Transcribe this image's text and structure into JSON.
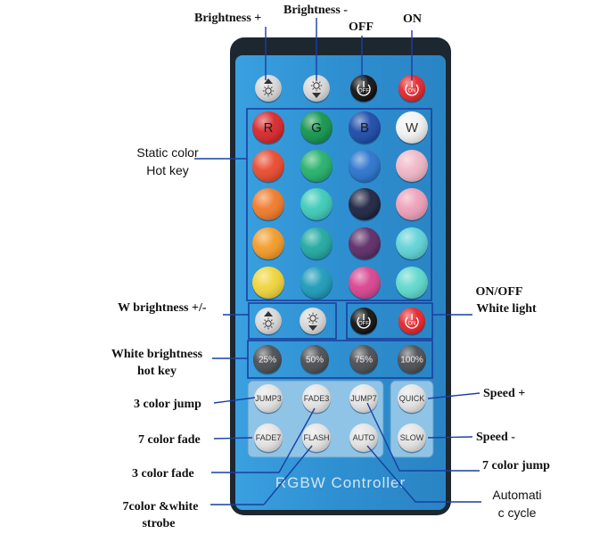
{
  "remote": {
    "title": "RGBW Controller",
    "body_color": "#2e8fd0",
    "top_buttons": [
      {
        "name": "brightness-up-button",
        "icon": "sun-up-icon",
        "color": "#d8d8d8"
      },
      {
        "name": "brightness-down-button",
        "icon": "sun-down-icon",
        "color": "#d8d8d8"
      },
      {
        "name": "off-button",
        "icon": "power-icon",
        "label": "OFF",
        "color": "#111111"
      },
      {
        "name": "on-button",
        "icon": "power-icon",
        "label": "ON",
        "color": "#e3262b"
      }
    ],
    "color_grid": [
      [
        {
          "letter": "R",
          "color": "#d6262b"
        },
        {
          "letter": "G",
          "color": "#13944d"
        },
        {
          "letter": "B",
          "color": "#1c4aa8"
        },
        {
          "letter": "W",
          "color": "#f2f2f2"
        }
      ],
      [
        {
          "color": "#e84a2e"
        },
        {
          "color": "#25b06a"
        },
        {
          "color": "#2a73cc"
        },
        {
          "color": "#f0b6c6"
        }
      ],
      [
        {
          "color": "#ef7a2a"
        },
        {
          "color": "#3ccab8"
        },
        {
          "color": "#1d2240"
        },
        {
          "color": "#ee9fb8"
        }
      ],
      [
        {
          "color": "#f39a28"
        },
        {
          "color": "#20a8a0"
        },
        {
          "color": "#5b2b66"
        },
        {
          "color": "#5fd2d6"
        }
      ],
      [
        {
          "color": "#f0d43a"
        },
        {
          "color": "#1d9ab8"
        },
        {
          "color": "#d8438f"
        },
        {
          "color": "#5fd8cc"
        }
      ]
    ],
    "white_buttons": [
      {
        "name": "w-brightness-up-button",
        "icon": "sun-up-icon",
        "color": "#d8d8d8"
      },
      {
        "name": "w-brightness-down-button",
        "icon": "sun-down-icon",
        "color": "#d8d8d8"
      },
      {
        "name": "white-off-button",
        "icon": "power-icon",
        "label": "OFF",
        "color": "#111111"
      },
      {
        "name": "white-on-button",
        "icon": "power-icon",
        "label": "ON",
        "color": "#e3262b"
      }
    ],
    "percent_buttons": [
      "25%",
      "50%",
      "75%",
      "100%"
    ],
    "mode_buttons_left": [
      [
        "JUMP3",
        "FADE3",
        "JUMP7"
      ],
      [
        "FADE7",
        "FLASH",
        "AUTO"
      ]
    ],
    "mode_buttons_right": [
      "QUICK",
      "SLOW"
    ]
  },
  "callouts": {
    "brightness_up": "Brightness +",
    "brightness_down": "Brightness -",
    "off": "OFF",
    "on": "ON",
    "static_color_line1": "Static color",
    "static_color_line2": "Hot key",
    "w_brightness": "W brightness +/-",
    "on_off_white_line1": "ON/OFF",
    "on_off_white_line2": "White light",
    "white_hotkey_line1": "White brightness",
    "white_hotkey_line2": "hot key",
    "jump3": "3 color jump",
    "fade7": "7 color fade",
    "fade3": "3 color fade",
    "strobe_line1": "7color &white",
    "strobe_line2": "strobe",
    "speed_up": "Speed +",
    "speed_down": "Speed -",
    "jump7": "7 color jump",
    "auto_line1": "Automati",
    "auto_line2": "c cycle"
  }
}
